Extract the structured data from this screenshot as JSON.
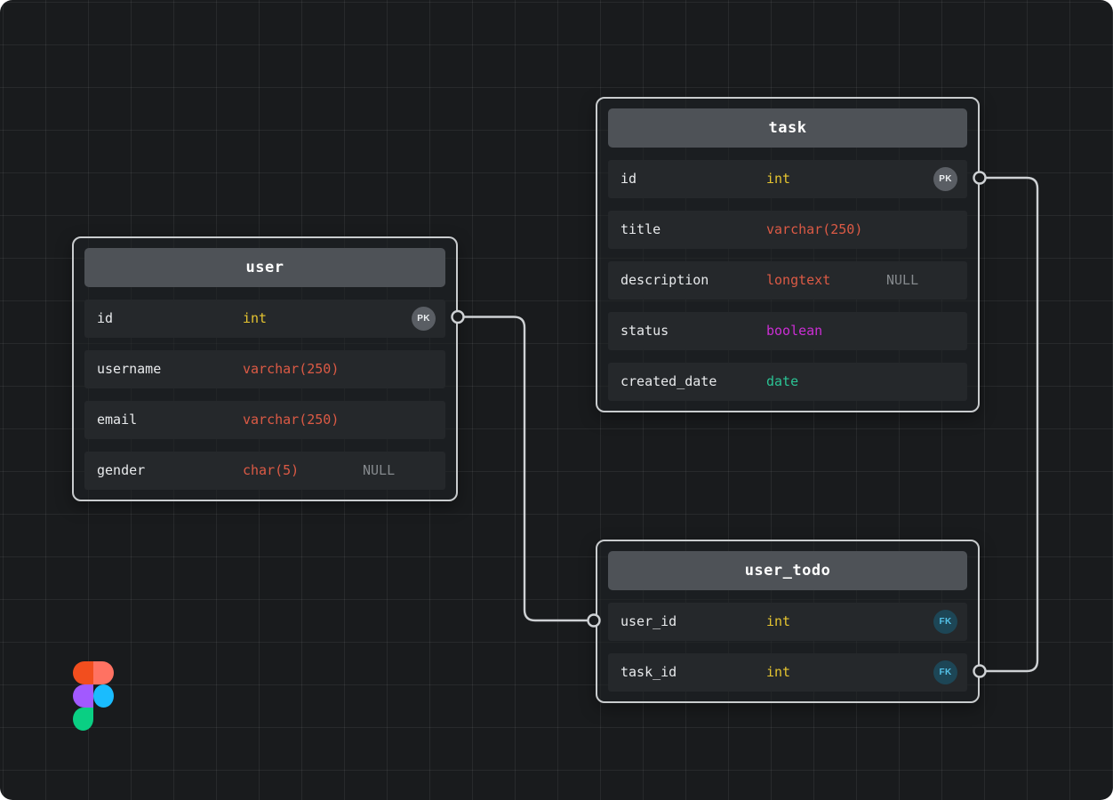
{
  "app": {
    "description": "Dark-themed entity relationship diagram on a grid canvas",
    "logo": "figma-logo"
  },
  "palette": {
    "canvas_bg": "#191b1d",
    "grid_line": "#2e3134",
    "table_border": "#c9ccce",
    "header_bg": "#4e5257",
    "row_bg": "#25282b",
    "name_text": "#e8eaec",
    "null_text": "#85898d",
    "type_int": "#e5c430",
    "type_string": "#dc5a45",
    "type_boolean": "#cb2ed4",
    "type_date": "#2bc394",
    "pk_badge_bg": "#5a5e64",
    "pk_badge_text": "#eceff1",
    "fk_badge_bg": "#1d4656",
    "fk_badge_text": "#54c2e8",
    "connector_line": "#ced1d4",
    "figma_orange": "#f24e1e",
    "figma_red": "#ff7262",
    "figma_purple": "#a259ff",
    "figma_blue": "#1abcfe",
    "figma_green": "#0acf83"
  },
  "tables": [
    {
      "title": "user",
      "columns": [
        {
          "name": "id",
          "type": "int",
          "type_color": "#e5c430",
          "nullable": "",
          "badge": "PK"
        },
        {
          "name": "username",
          "type": "varchar(250)",
          "type_color": "#dc5a45",
          "nullable": "",
          "badge": ""
        },
        {
          "name": "email",
          "type": "varchar(250)",
          "type_color": "#dc5a45",
          "nullable": "",
          "badge": ""
        },
        {
          "name": "gender",
          "type": "char(5)",
          "type_color": "#dc5a45",
          "nullable": "NULL",
          "badge": ""
        }
      ]
    },
    {
      "title": "task",
      "columns": [
        {
          "name": "id",
          "type": "int",
          "type_color": "#e5c430",
          "nullable": "",
          "badge": "PK"
        },
        {
          "name": "title",
          "type": "varchar(250)",
          "type_color": "#dc5a45",
          "nullable": "",
          "badge": ""
        },
        {
          "name": "description",
          "type": "longtext",
          "type_color": "#dc5a45",
          "nullable": "NULL",
          "badge": ""
        },
        {
          "name": "status",
          "type": "boolean",
          "type_color": "#cb2ed4",
          "nullable": "",
          "badge": ""
        },
        {
          "name": "created_date",
          "type": "date",
          "type_color": "#2bc394",
          "nullable": "",
          "badge": ""
        }
      ]
    },
    {
      "title": "user_todo",
      "columns": [
        {
          "name": "user_id",
          "type": "int",
          "type_color": "#e5c430",
          "nullable": "",
          "badge": "FK"
        },
        {
          "name": "task_id",
          "type": "int",
          "type_color": "#e5c430",
          "nullable": "",
          "badge": "FK"
        }
      ]
    }
  ],
  "relationships": [
    {
      "from": "user.id",
      "to": "user_todo.user_id"
    },
    {
      "from": "task.id",
      "to": "user_todo.task_id"
    }
  ]
}
